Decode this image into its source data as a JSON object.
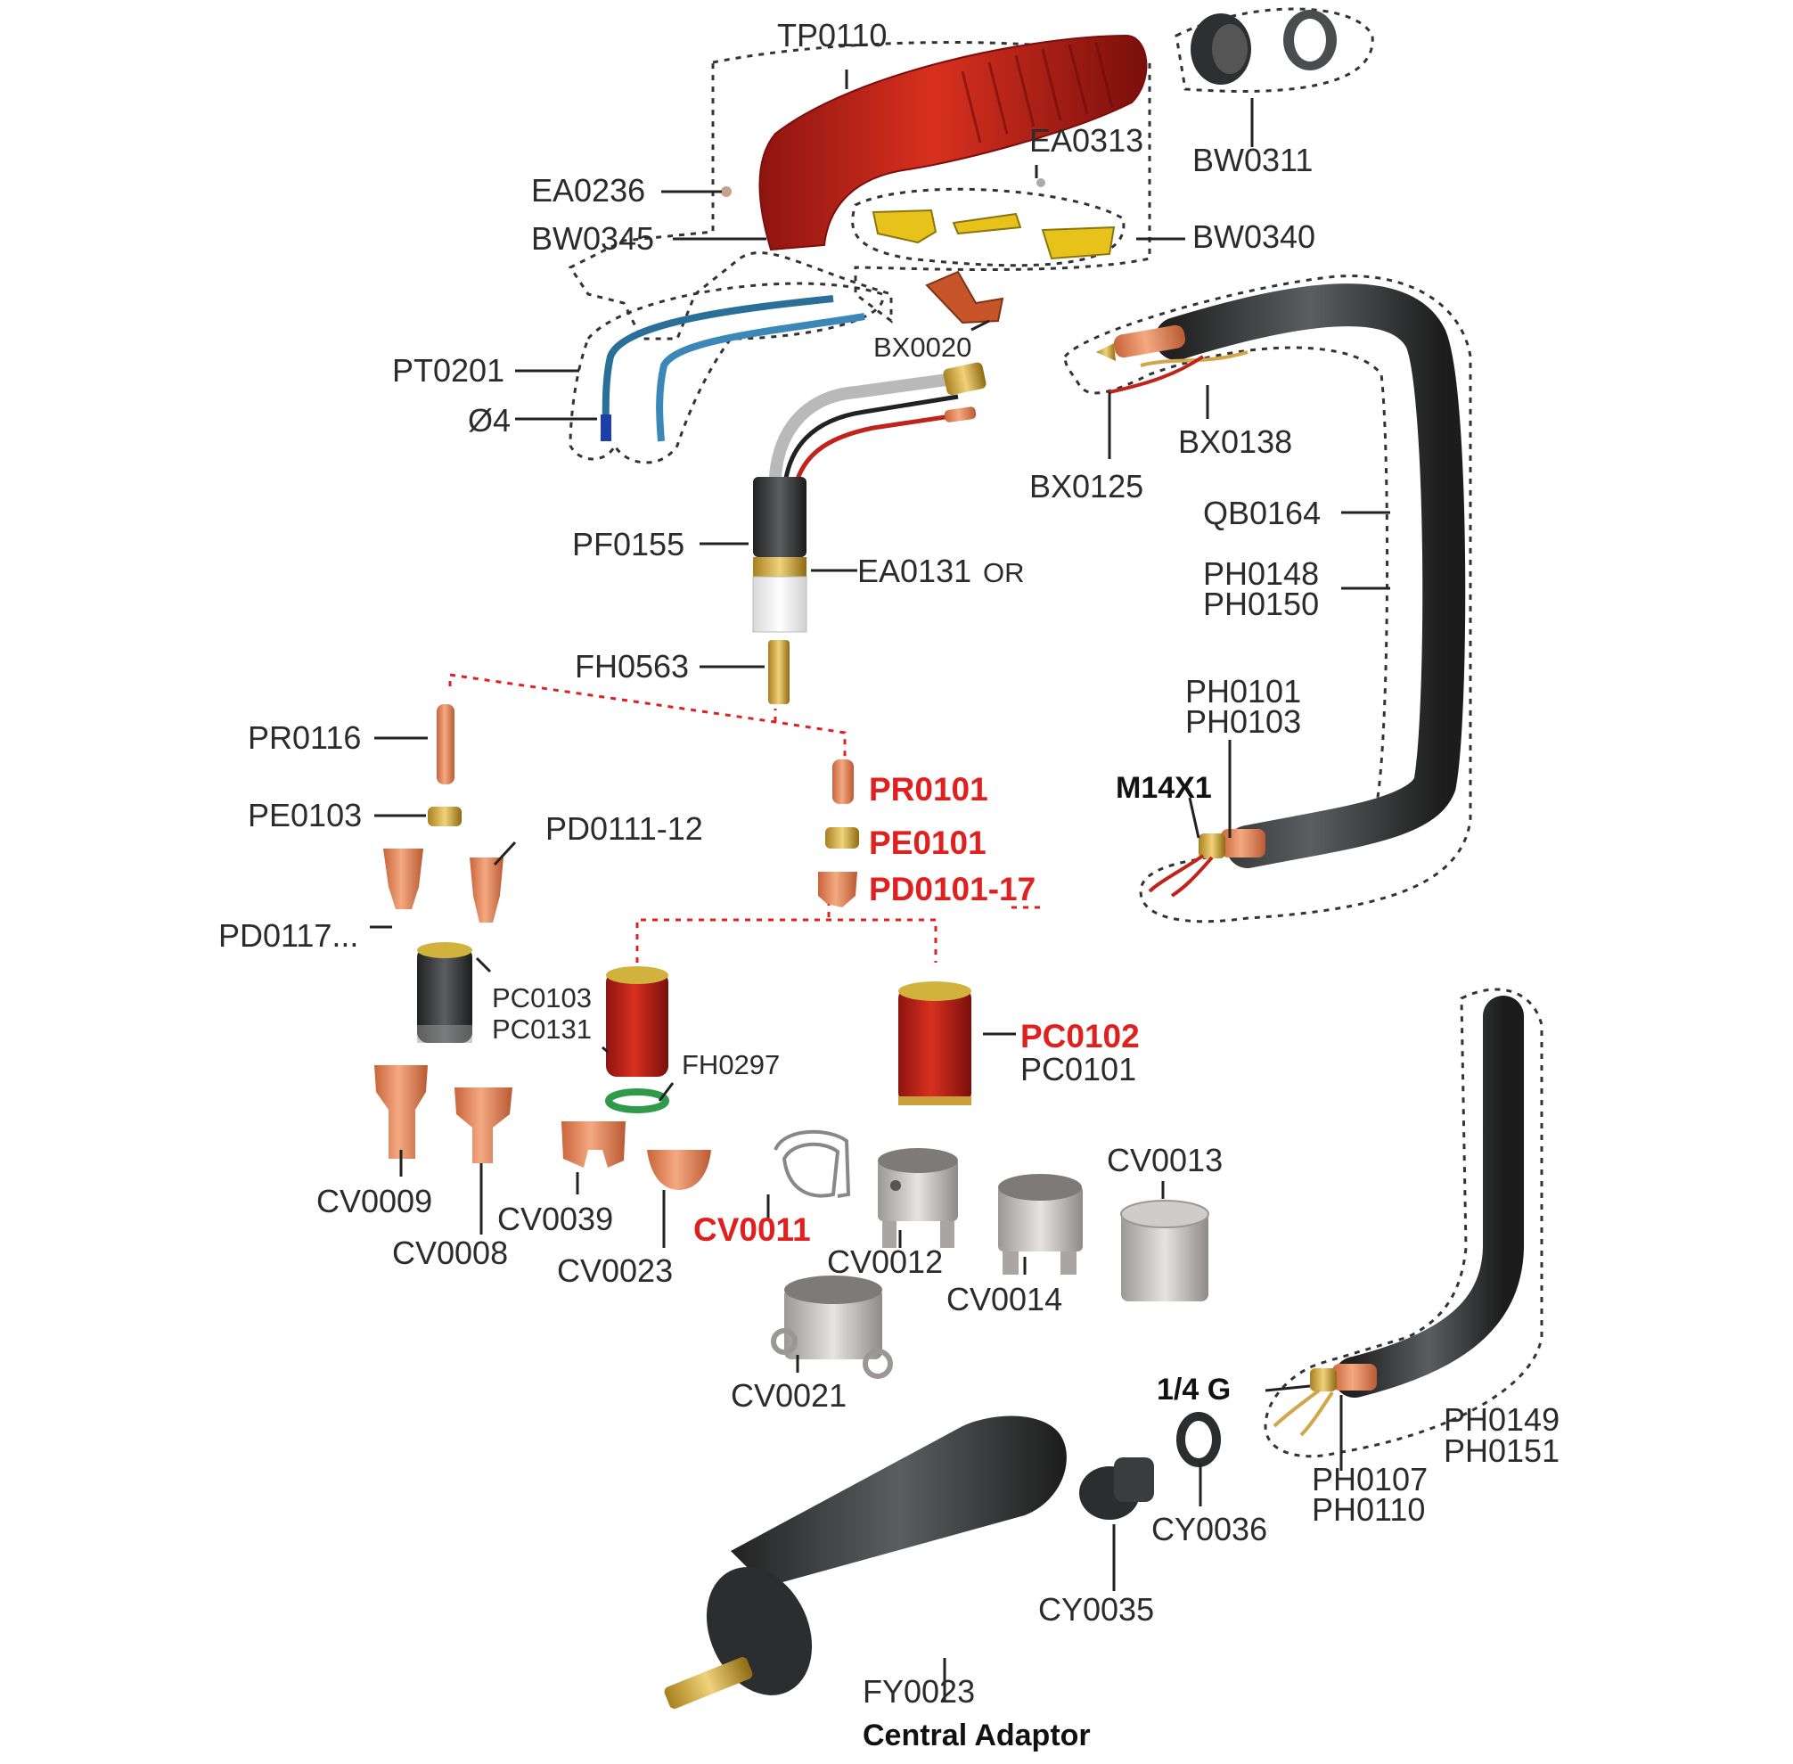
{
  "labels": {
    "TP0110": "TP0110",
    "BW0311": "BW0311",
    "EA0313": "EA0313",
    "EA0236": "EA0236",
    "BW0345": "BW0345",
    "BW0340": "BW0340",
    "BX0020": "BX0020",
    "PT0201": "PT0201",
    "D4": "Ø4",
    "BX0138": "BX0138",
    "BX0125": "BX0125",
    "QB0164": "QB0164",
    "PF0155": "PF0155",
    "EA0131": "EA0131",
    "EA0131_or": "OR",
    "PH0148": "PH0148",
    "PH0150": "PH0150",
    "FH0563": "FH0563",
    "PH0101": "PH0101",
    "PH0103": "PH0103",
    "PR0116": "PR0116",
    "PR0101": "PR0101",
    "M14X1": "M14X1",
    "PE0103": "PE0103",
    "PD0111_12": "PD0111-12",
    "PE0101": "PE0101",
    "PD0101_17": "PD0101-17",
    "PD0117": "PD0117...",
    "PC0103": "PC0103",
    "PC0131": "PC0131",
    "FH0297": "FH0297",
    "PC0102": "PC0102",
    "PC0101": "PC0101",
    "CV0013": "CV0013",
    "CV0009": "CV0009",
    "CV0039": "CV0039",
    "CV0011": "CV0011",
    "CV0012": "CV0012",
    "CV0008": "CV0008",
    "CV0023": "CV0023",
    "CV0014": "CV0014",
    "CV0021": "CV0021",
    "G14": "1/4 G",
    "PH0149": "PH0149",
    "PH0151": "PH0151",
    "PH0107": "PH0107",
    "PH0110": "PH0110",
    "CY0036": "CY0036",
    "CY0035": "CY0035",
    "FY0023": "FY0023",
    "central": "Central Adaptor"
  },
  "colors": {
    "label": "#2b2b2b",
    "highlight": "#e0201e",
    "handle_red": "#c8271b",
    "copper": "#e8875a",
    "brass": "#d6b24a",
    "cable": "#3b3f40",
    "steel": "#c9c6c4"
  }
}
